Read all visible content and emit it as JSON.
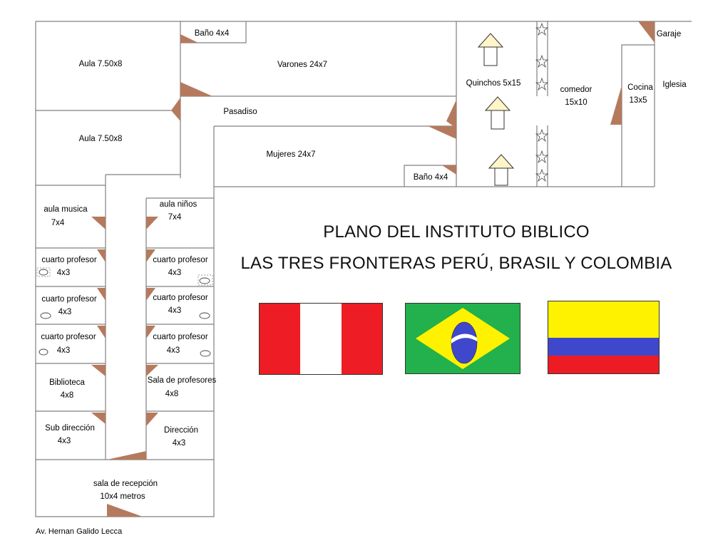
{
  "rooms": {
    "aula1": "Aula 7.50x8",
    "aula2": "Aula 7.50x8",
    "bano_top": "Baño 4x4",
    "varones": "Varones 24x7",
    "pasadiso": "Pasadiso",
    "mujeres": "Mujeres  24x7",
    "bano_bottom": "Baño 4x4",
    "quinchos": "Quinchos 5x15",
    "comedor": [
      "comedor",
      "15x10"
    ],
    "cocina": [
      "Cocina",
      "13x5"
    ],
    "garaje": "Garaje",
    "iglesia": "Iglesia",
    "aula_musica": [
      "aula musica",
      "7x4"
    ],
    "aula_ninos": [
      "aula niños",
      "7x4"
    ],
    "cuarto_profesor": [
      "cuarto profesor",
      "4x3"
    ],
    "biblioteca": [
      "Biblioteca",
      "4x8"
    ],
    "sala_profesores": [
      "Sala de profesores",
      "4x8"
    ],
    "sub_direccion": [
      "Sub dirección",
      "4x3"
    ],
    "direccion": [
      "Dirección",
      "4x3"
    ],
    "sala_recepcion": [
      "sala de recepción",
      "10x4 metros"
    ]
  },
  "title": {
    "line1": "PLANO DEL INSTITUTO BIBLICO",
    "line2": "LAS TRES FRONTERAS PERÚ, BRASIL Y COLOMBIA"
  },
  "flags": {
    "peru": [
      "#ee1c25",
      "#ffffff",
      "#ee1c25"
    ],
    "brazil": {
      "field": "#22b14c",
      "diamond": "#fff200",
      "globe": "#3f48cc",
      "band": "#ffffff"
    },
    "colombia": [
      "#fff200",
      "#3f48cc",
      "#ed1c24"
    ]
  },
  "colors": {
    "wall": "#808080",
    "door": "#b57a5e"
  },
  "footer": "Av. Hernan Galido Lecca"
}
